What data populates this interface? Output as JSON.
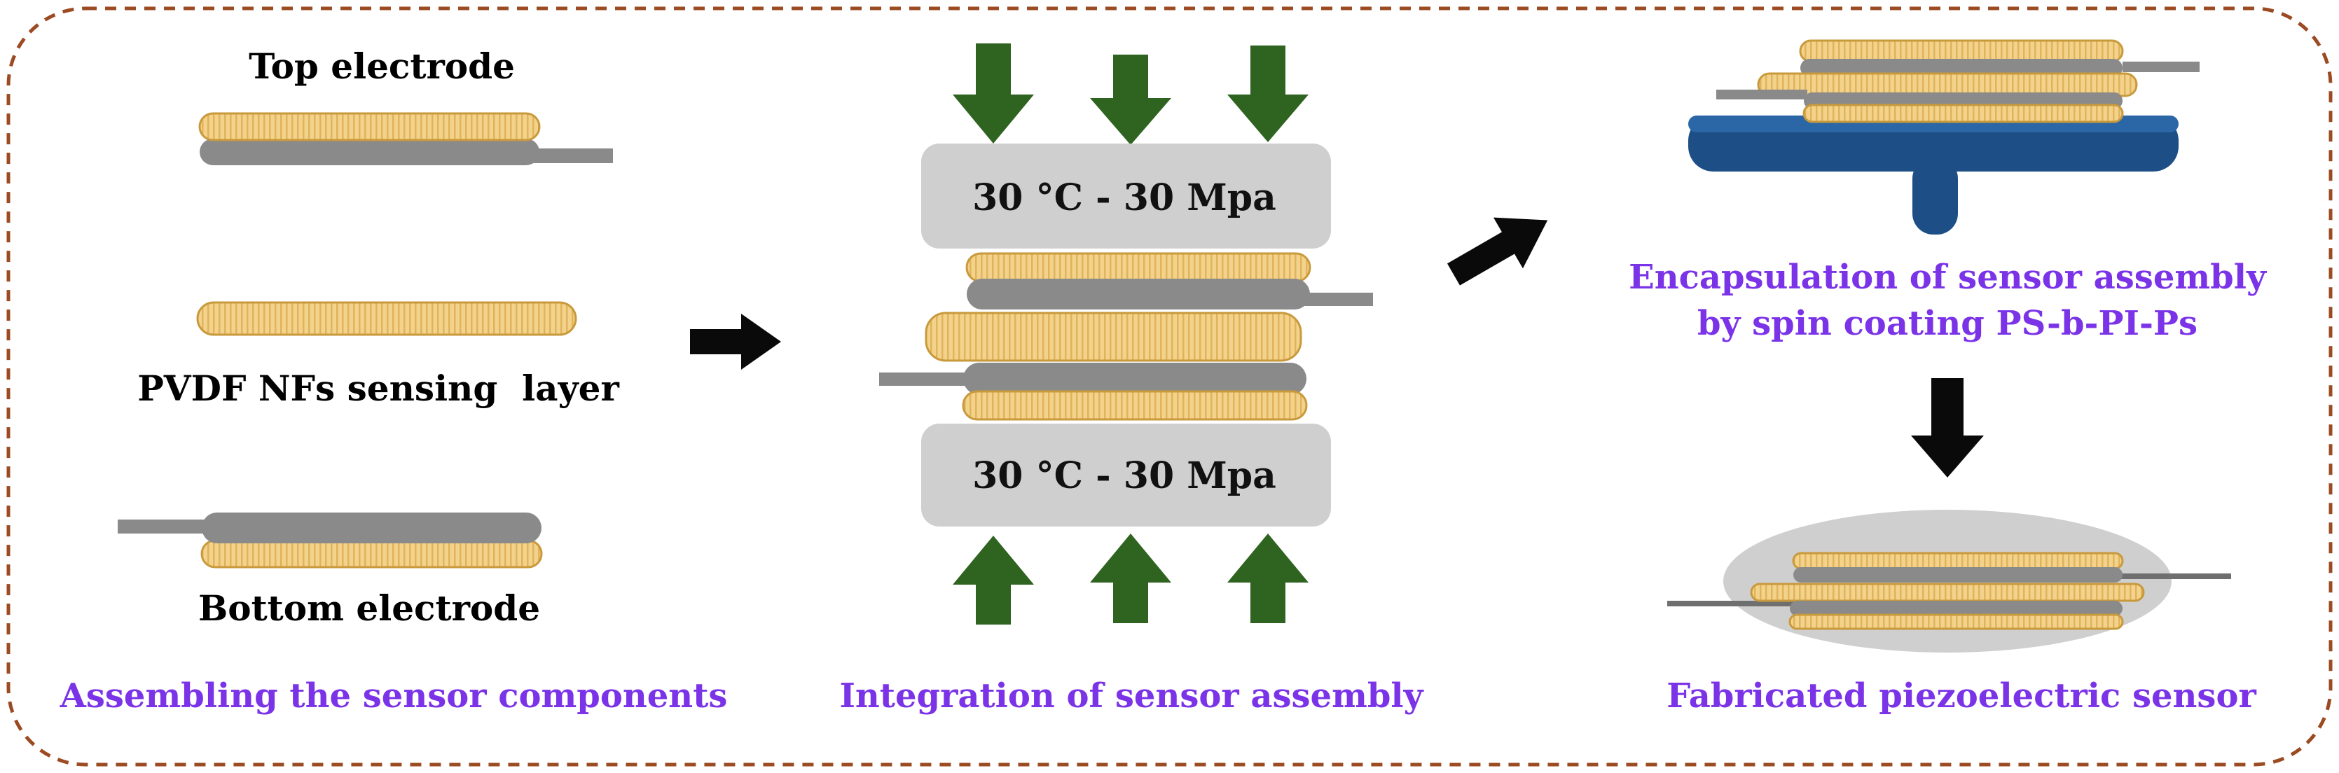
{
  "components": {
    "top_electrode": "Top electrode",
    "sensing_layer": "PVDF NFs sensing  layer",
    "bottom_electrode": "Bottom electrode"
  },
  "captions": {
    "assembling": "Assembling the sensor components",
    "integration": "Integration of sensor assembly",
    "encapsulation_line1": "Encapsulation of sensor assembly",
    "encapsulation_line2": "by spin coating PS-b-PI-Ps",
    "fabricated": "Fabricated piezoelectric sensor"
  },
  "press": {
    "top_label": "30 °C - 30 Mpa",
    "bottom_label": "30 °C - 30 Mpa"
  },
  "colors": {
    "gold": "#f3d38b",
    "gold_edge": "#c99a3c",
    "electrode_grey": "#8a8a8a",
    "press_grey": "#cfcfcf",
    "force_arrow_green": "#2e6320",
    "chuck_blue": "#1d4f86",
    "border_brown": "#9b4a22",
    "caption_purple": "#7b33e8"
  }
}
